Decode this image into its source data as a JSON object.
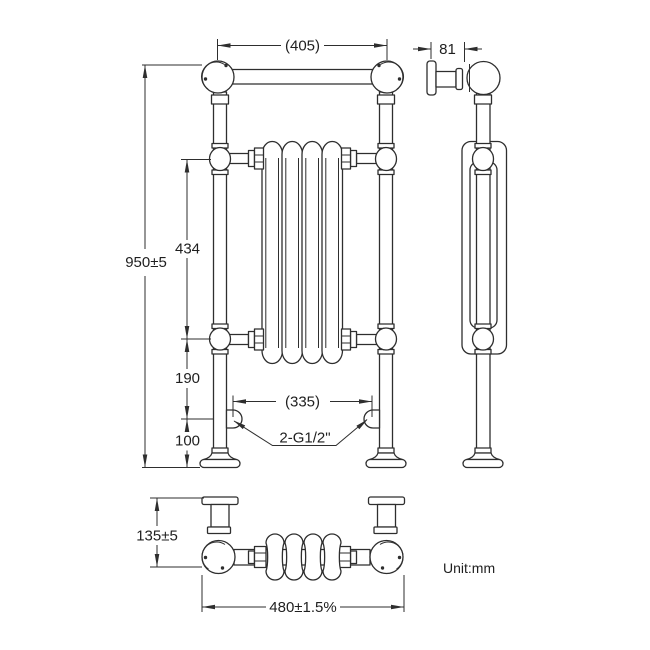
{
  "drawing": {
    "type": "technical-drawing",
    "subject": "traditional towel radiator, three orthographic views",
    "unit_label": "Unit:mm",
    "dimensions": {
      "top_width": "(405)",
      "wall_offset": "81",
      "overall_height": "950±5",
      "radiator_height": "434",
      "lower_section": "190",
      "valve_height": "100",
      "valve_spacing": "(335)",
      "thread": "2-G1/2\"",
      "depth": "135±5",
      "base_width": "480±1.5%"
    },
    "colors": {
      "line": "#2e2e2e",
      "text": "#1f1f1f",
      "background": "#ffffff"
    }
  }
}
